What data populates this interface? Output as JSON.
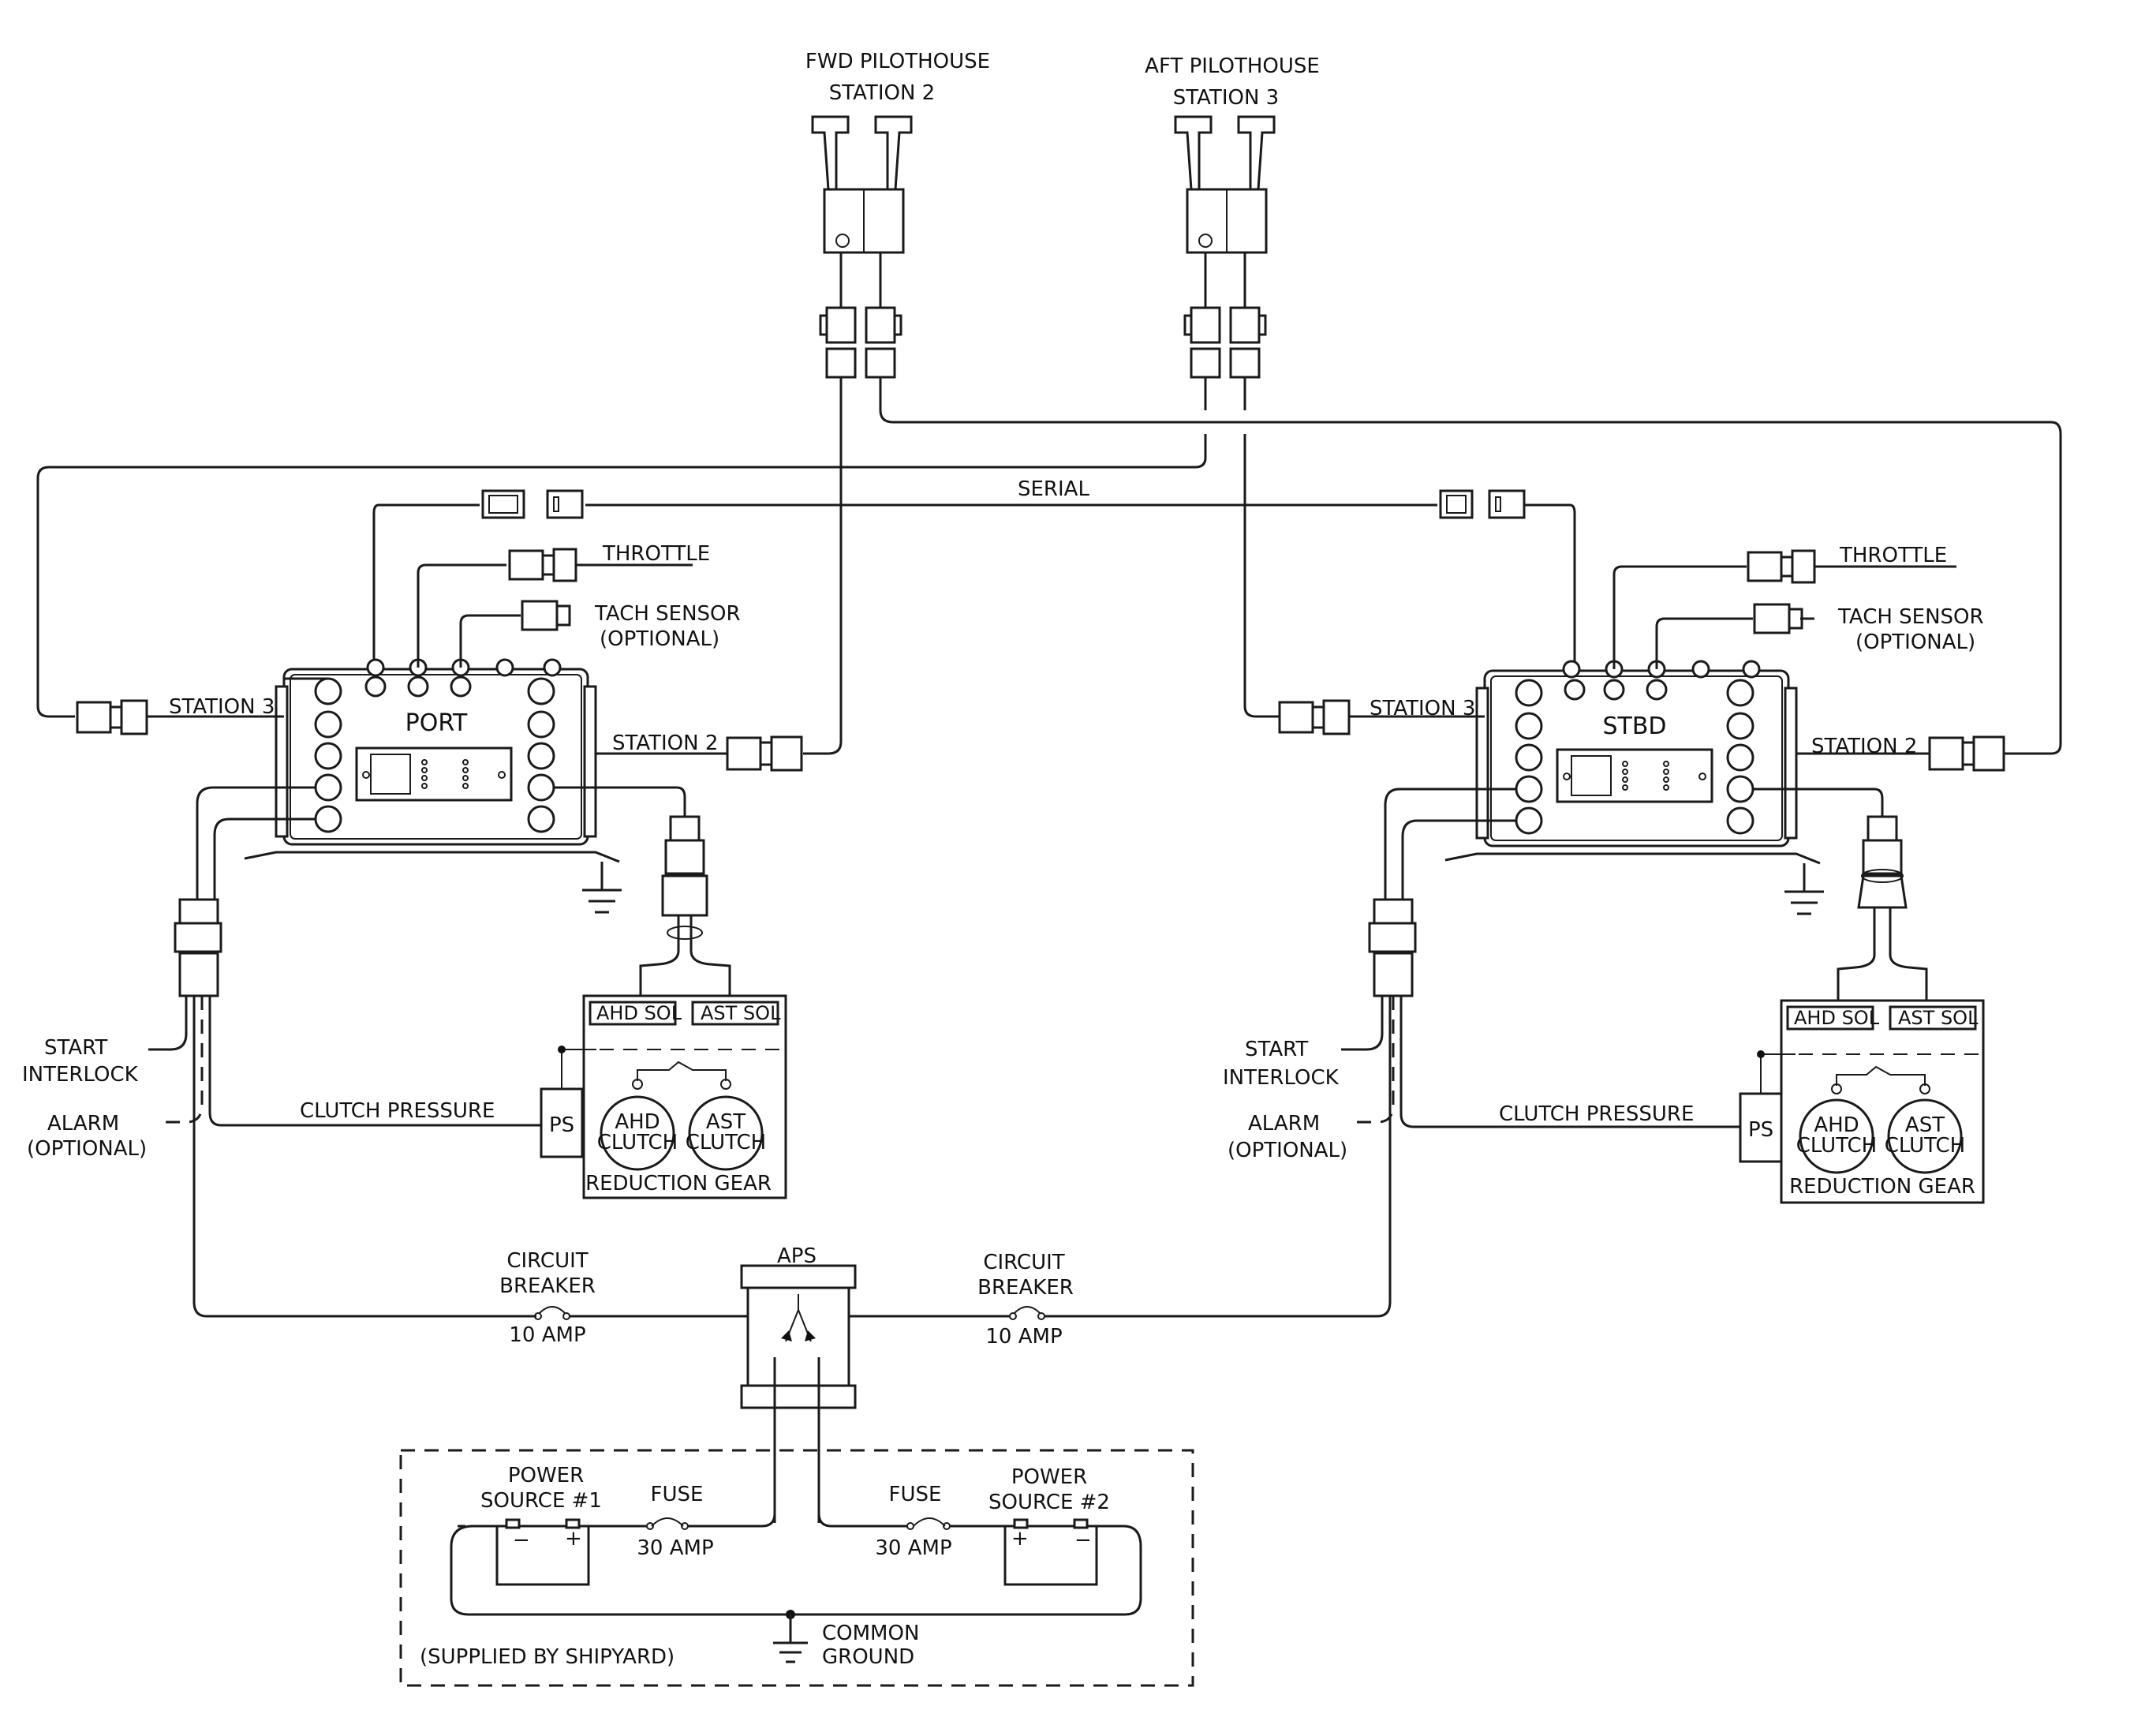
{
  "stations": {
    "fwd": {
      "line1": "FWD PILOTHOUSE",
      "line2": "STATION 2"
    },
    "aft": {
      "line1": "AFT PILOTHOUSE",
      "line2": "STATION 3"
    }
  },
  "serial_label": "SERIAL",
  "port": {
    "name": "PORT",
    "throttle": "THROTTLE",
    "tach1": "TACH SENSOR",
    "tach2": "(OPTIONAL)",
    "station3": "STATION 3",
    "station2": "STATION 2",
    "start1": "START",
    "start2": "INTERLOCK",
    "alarm1": "ALARM",
    "alarm2": "(OPTIONAL)",
    "clutch_pressure": "CLUTCH PRESSURE"
  },
  "stbd": {
    "name": "STBD",
    "throttle": "THROTTLE",
    "tach1": "TACH SENSOR",
    "tach2": "(OPTIONAL)",
    "station3": "STATION 3",
    "station2": "STATION 2",
    "start1": "START",
    "start2": "INTERLOCK",
    "alarm1": "ALARM",
    "alarm2": "(OPTIONAL)",
    "clutch_pressure": "CLUTCH PRESSURE"
  },
  "gear": {
    "ahd_sol": "AHD SOL",
    "ast_sol": "AST SOL",
    "ps": "PS",
    "ahd1": "AHD",
    "ahd2": "CLUTCH",
    "ast1": "AST",
    "ast2": "CLUTCH",
    "reduction": "REDUCTION GEAR"
  },
  "aps": "APS",
  "breaker": {
    "line1": "CIRCUIT",
    "line2": "BREAKER",
    "rating": "10 AMP"
  },
  "supply": {
    "ps1_line1": "POWER",
    "ps1_line2": "SOURCE #1",
    "ps2_line1": "POWER",
    "ps2_line2": "SOURCE #2",
    "fuse": "FUSE",
    "fuse_rating": "30 AMP",
    "common1": "COMMON",
    "common2": "GROUND",
    "shipyard": "(SUPPLIED BY SHIPYARD)",
    "minus": "−",
    "plus": "+"
  }
}
